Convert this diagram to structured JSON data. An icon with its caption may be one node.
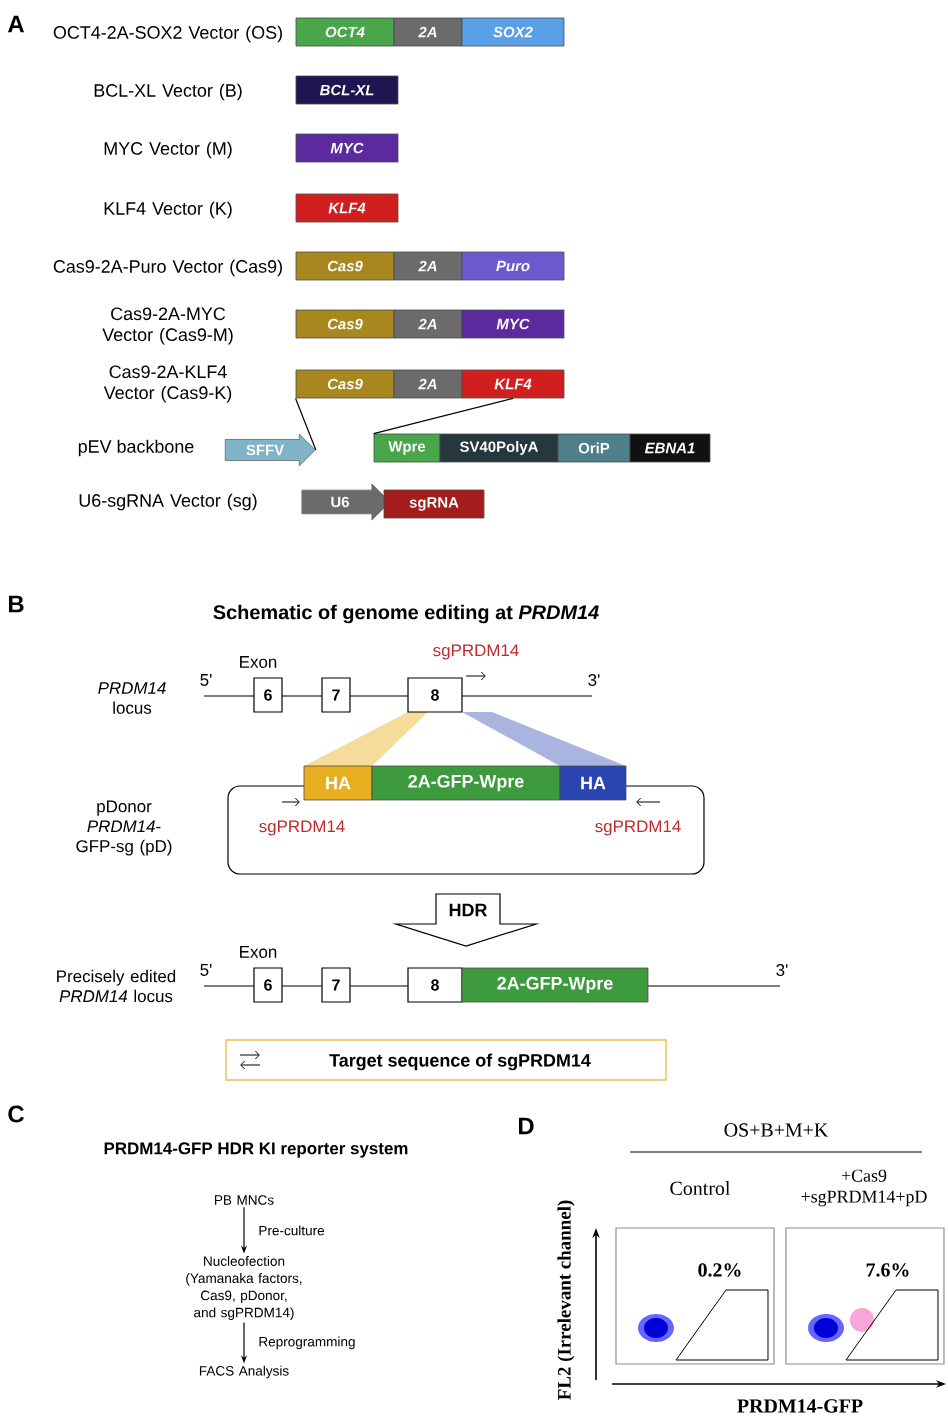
{
  "diagram": {
    "nodes": [
      {
        "text": [
          "OCT4"
        ]
      },
      {
        "text": [
          "2A"
        ]
      },
      {
        "text": [
          "SOX2"
        ]
      },
      {
        "text": [
          "BCL-XL"
        ]
      },
      {
        "text": [
          "MYC"
        ]
      },
      {
        "text": [
          "KLF4"
        ]
      },
      {
        "text": [
          "Cas9"
        ]
      },
      {
        "text": [
          "2A"
        ]
      },
      {
        "text": [
          "Puro"
        ]
      },
      {
        "text": [
          "Cas9"
        ]
      },
      {
        "text": [
          "2A"
        ]
      },
      {
        "text": [
          "MYC"
        ]
      },
      {
        "text": [
          "Cas9"
        ]
      },
      {
        "text": [
          "2A"
        ]
      },
      {
        "text": [
          "KLF4"
        ]
      },
      {
        "text": [
          "SFFV"
        ]
      },
      {
        "text": [
          "Wpre"
        ]
      },
      {
        "text": [
          "SV40PolyA"
        ]
      },
      {
        "text": [
          "OriP"
        ]
      },
      {
        "text": [
          "EBNA1"
        ]
      },
      {
        "text": [
          "U6"
        ]
      },
      {
        "text": [
          "sgRNA"
        ]
      },
      {
        "text": [
          "6"
        ]
      },
      {
        "text": [
          "7"
        ]
      },
      {
        "text": [
          "8"
        ]
      },
      {
        "text": [
          "HA"
        ]
      },
      {
        "text": [
          "2A-GFP-Wpre"
        ]
      },
      {
        "text": [
          "HA"
        ]
      },
      {
        "text": [
          "HDR"
        ]
      },
      {
        "text": [
          "6"
        ]
      },
      {
        "text": [
          "7"
        ]
      },
      {
        "text": [
          "8"
        ]
      },
      {
        "text": [
          "2A-GFP-Wpre"
        ]
      },
      {
        "text": [
          "Target sequence of sgPRDM14"
        ]
      },
      {
        "text": [
          "PB MNCs"
        ]
      },
      {
        "text": [
          "Nucleofection (Yamanaka factors, Cas9, pDonor, and sgPRDM14)"
        ]
      },
      {
        "text": [
          "FACS Analysis"
        ]
      }
    ],
    "edges": [
      {
        "from": 12,
        "to": 15,
        "arrow": "none"
      },
      {
        "from": 14,
        "to": 16,
        "arrow": "none"
      },
      {
        "from": 34,
        "to": 35,
        "arrow": "to",
        "label": "Pre-culture"
      },
      {
        "from": 35,
        "to": 36,
        "arrow": "to",
        "label": "Reprogramming"
      }
    ],
    "labels": [
      "A",
      "OCT4-2A-SOX2 Vector (OS)",
      "BCL-XL Vector (B)",
      "MYC Vector (M)",
      "KLF4 Vector (K)",
      "Cas9-2A-Puro Vector (Cas9)",
      "Cas9-2A-MYC Vector (Cas9-M)",
      "Cas9-2A-KLF4 Vector (Cas9-K)",
      "pEV backbone",
      "U6-sgRNA Vector (sg)",
      "B",
      "Schematic of genome editing at *PRDM14*",
      "sgPRDM14",
      "Exon",
      "*PRDM14* locus",
      "5'",
      "3'",
      "pDonor *PRDM14*-GFP-sg (pD)",
      "sgPRDM14",
      "sgPRDM14",
      "Exon",
      "Precisely edited *PRDM14* locus",
      "5'",
      "3'",
      "C",
      "PRDM14-GFP HDR KI reporter system",
      "D",
      "OS+B+M+K",
      "Control",
      "+Cas9 +sgPRDM14+pD",
      "FL2 (Irrelevant channel)",
      "0.2%",
      "7.6%",
      "PRDM14-GFP"
    ]
  }
}
